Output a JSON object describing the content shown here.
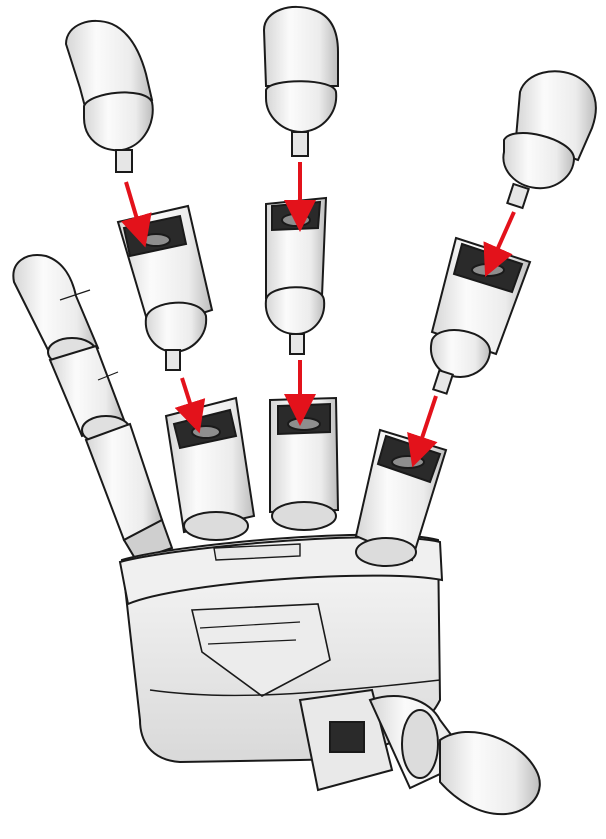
{
  "diagram": {
    "subject": "robot-hand-finger-assembly",
    "colors": {
      "part_fill": "#f4f4f4",
      "part_shade": "#d2d2d2",
      "part_dark": "#8e8e8e",
      "outline": "#1a1a1a",
      "arrow": "#e3121b",
      "socket_dark": "#2a2a2a"
    },
    "parts": {
      "fingertips": [
        "index-fingertip",
        "middle-fingertip",
        "ring-fingertip"
      ],
      "middle_segments": [
        "index-middle-segment",
        "middle-middle-segment",
        "ring-middle-segment"
      ],
      "base_segments": [
        "index-base-segment",
        "middle-base-segment",
        "ring-base-segment"
      ],
      "assembled": [
        "pinky-finger",
        "thumb",
        "palm",
        "wrist-band"
      ]
    },
    "arrows": [
      "fingertip-to-index-middle",
      "fingertip-to-middle-middle",
      "fingertip-to-ring-middle",
      "index-middle-to-base",
      "middle-middle-to-base",
      "ring-middle-to-base"
    ]
  }
}
